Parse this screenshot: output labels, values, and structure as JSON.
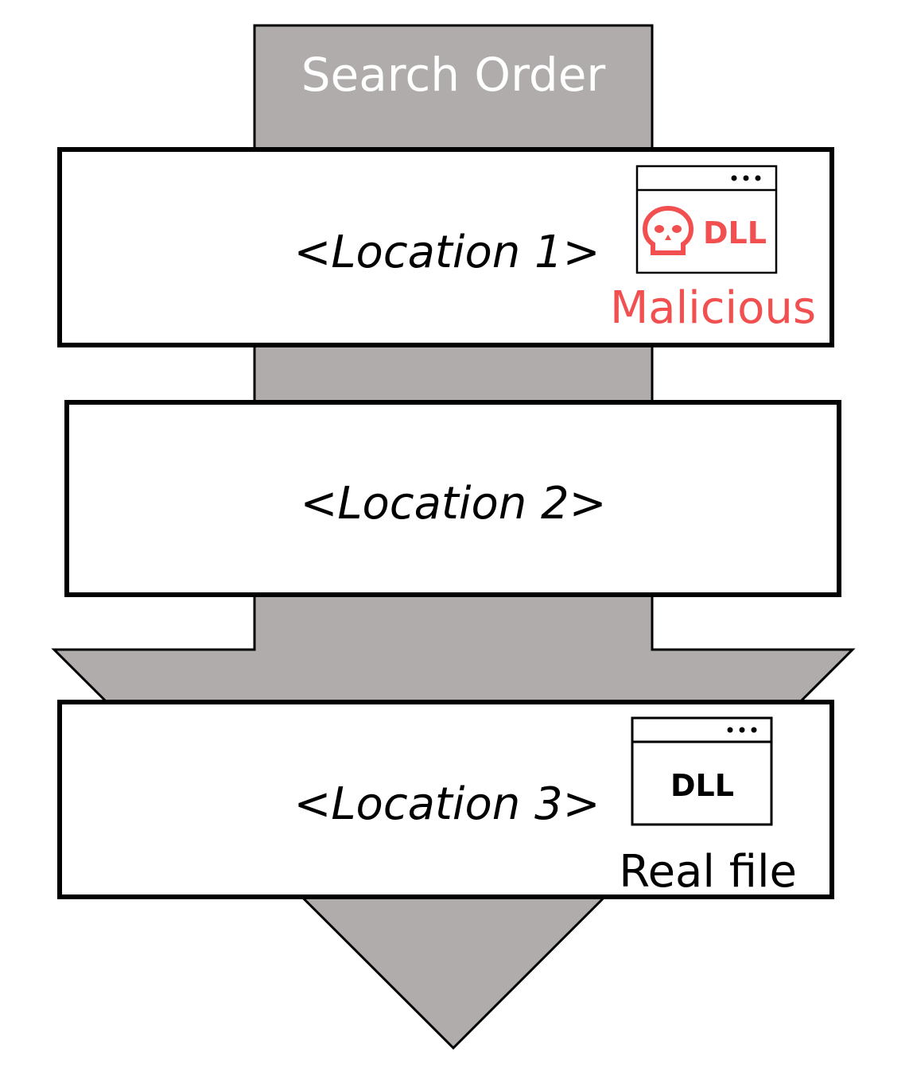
{
  "title": "Search Order",
  "locations": [
    {
      "label": "<Location 1>",
      "file": {
        "label": "DLL",
        "caption": "Malicious",
        "icon": "skull-icon"
      }
    },
    {
      "label": "<Location 2>"
    },
    {
      "label": "<Location 3>",
      "file": {
        "label": "DLL",
        "caption": "Real file"
      }
    }
  ],
  "colors": {
    "arrow": "#afacab",
    "malicious": "#f25050",
    "stroke": "#000000"
  }
}
